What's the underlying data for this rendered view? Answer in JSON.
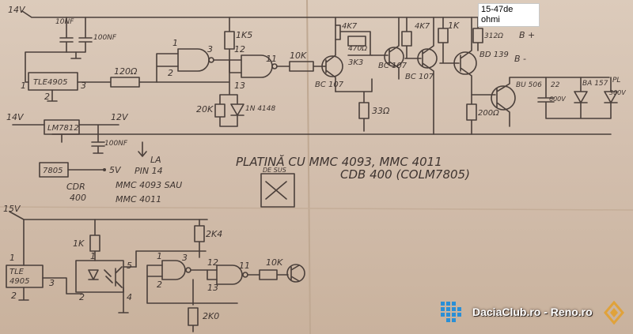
{
  "image_note": {
    "line1": "15-47de",
    "line2": "ohmi"
  },
  "watermark": {
    "text": "DaciaClub.ro - Reno.ro"
  },
  "labels": {
    "v14_top": "14V",
    "c10nf": "10NF",
    "c100nf_top": "100NF",
    "tle4905_top": "TLE4905",
    "pin1_top": "1",
    "pin2_top": "2",
    "pin3_top": "3",
    "r120": "120Ω",
    "gate_a_in1": "1",
    "gate_a_in2": "2",
    "gate_a_out": "3",
    "gate_b_in1": "12",
    "gate_b_in2": "13",
    "gate_b_out": "11",
    "r1k5": "1K5",
    "r20k": "20K",
    "d1n4148": "1N 4148",
    "r10k_top": "10K",
    "bc107_a": "BC 107",
    "r4k7_a": "4K7",
    "r1k_topright": "1K",
    "r4k7_b": "4K7",
    "pot470": "470Ω",
    "r3k3": "3K3",
    "bc107_b": "BC 107",
    "bc107_c": "BC 107",
    "r33": "33Ω",
    "bd139": "BD 139",
    "r312": "312Ω",
    "b_plus": "B +",
    "b_minus": "B -",
    "bu506": "BU 506",
    "c22": "22",
    "c600v": "600V",
    "ba157": "BA 157",
    "pl": "PL",
    "pl300v": "300V",
    "r200": "200Ω",
    "v14_mid": "14V",
    "lm7812": "LM7812",
    "v12": "12V",
    "c100nf_mid": "100NF",
    "la": "LA",
    "pin14": "PIN 14",
    "ic7805": "7805",
    "v5": "5V",
    "cdr": "CDR",
    "cdr400": "400",
    "mmc_sau": "MMC 4093 SAU",
    "mmc4011": "MMC 4011",
    "platina1": "PLATINĂ CU MMC 4093, MMC 4011",
    "platina2": "CDB 400 (COLM7805)",
    "de_sus": "DE SUS",
    "v15_bot": "15V",
    "tle4905_b1": "TLE",
    "tle4905_b2": "4905",
    "pin1_bot": "1",
    "pin2_bot": "2",
    "pin3_bot": "3",
    "r1k_bot": "1K",
    "opto1": "1",
    "opto2": "2",
    "opto4": "4",
    "opto5": "5",
    "r2k4": "2K4",
    "gate_c_in1": "1",
    "gate_c_in2": "2",
    "gate_c_out": "3",
    "gate_d_in1": "12",
    "gate_d_in2": "13",
    "gate_d_out": "11",
    "r10k_bot": "10K",
    "r2k0": "2K0"
  },
  "colors": {
    "paper": "#d6c3b1",
    "ink": "#4a3f3a",
    "note_bg": "#ffffff",
    "logo_blue": "#2a8fd6",
    "logo_orange": "#e0a23a"
  }
}
